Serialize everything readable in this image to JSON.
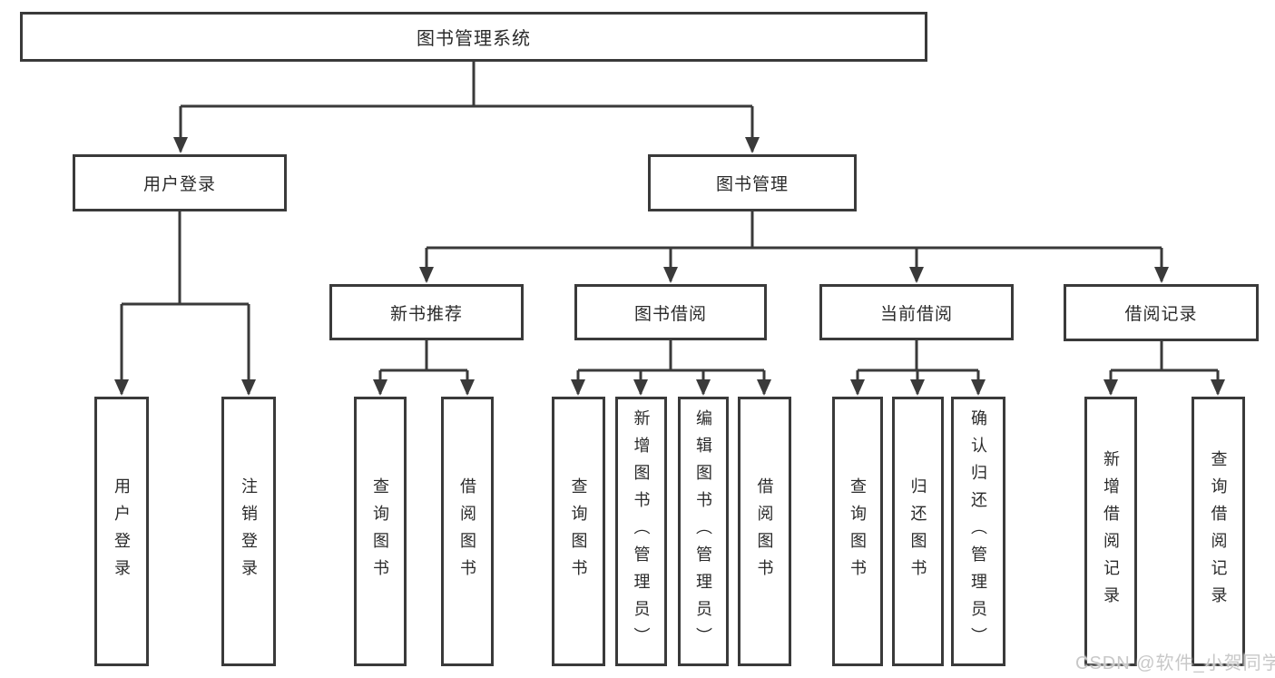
{
  "colors": {
    "line": "#3a3a3a",
    "box_border": "#3a3a3a",
    "text": "#2b2b2b",
    "background": "#ffffff",
    "watermark": "#c8c8c8"
  },
  "watermark": {
    "text": "CSDN @软件_小贺同学"
  },
  "diagram": {
    "type": "tree",
    "root": {
      "label": "图书管理系统",
      "children": [
        {
          "label": "用户登录",
          "children": [
            {
              "label": "用户登录"
            },
            {
              "label": "注销登录"
            }
          ]
        },
        {
          "label": "图书管理",
          "children": [
            {
              "label": "新书推荐",
              "children": [
                {
                  "label": "查询图书"
                },
                {
                  "label": "借阅图书"
                }
              ]
            },
            {
              "label": "图书借阅",
              "children": [
                {
                  "label": "查询图书"
                },
                {
                  "label": "新增图书（管理员）"
                },
                {
                  "label": "编辑图书（管理员）"
                },
                {
                  "label": "借阅图书"
                }
              ]
            },
            {
              "label": "当前借阅",
              "children": [
                {
                  "label": "查询图书"
                },
                {
                  "label": "归还图书"
                },
                {
                  "label": "确认归还（管理员）"
                }
              ]
            },
            {
              "label": "借阅记录",
              "children": [
                {
                  "label": "新增借阅记录"
                },
                {
                  "label": "查询借阅记录"
                }
              ]
            }
          ]
        }
      ]
    }
  }
}
